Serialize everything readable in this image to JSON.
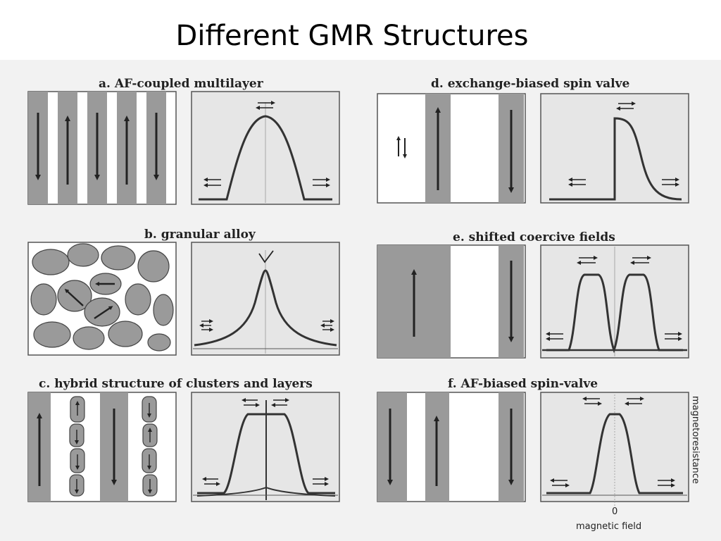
{
  "slide": {
    "title": "Different GMR Structures"
  },
  "panels": {
    "a": {
      "caption": "a. AF-coupled multilayer"
    },
    "b": {
      "caption": "b. granular alloy"
    },
    "c": {
      "caption": "c. hybrid structure of clusters and layers"
    },
    "d": {
      "caption": "d. exchange-biased spin valve"
    },
    "e": {
      "caption": "e. shifted coercive fields"
    },
    "f": {
      "caption": "f. AF-biased spin-valve"
    }
  },
  "axes": {
    "y_label": "magnetoresistance",
    "x_label": "magnetic field",
    "x_zero": "0"
  },
  "colors": {
    "layer_gray": "#9a9a9a",
    "panel_bg": "#e6e6e6",
    "curve": "#333333"
  }
}
